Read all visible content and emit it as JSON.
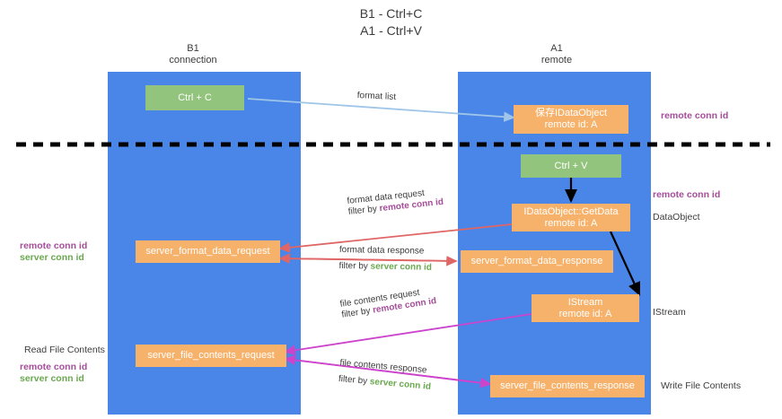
{
  "title": {
    "line1": "B1 - Ctrl+C",
    "line2": "A1 - Ctrl+V"
  },
  "lanes": [
    {
      "id": "b1",
      "name": "B1",
      "sub": "connection",
      "color": "#4a86e8"
    },
    {
      "id": "a1",
      "name": "A1",
      "sub": "remote",
      "color": "#4a86e8"
    }
  ],
  "nodes": {
    "ctrl_c": {
      "line1": "Ctrl + C",
      "line2": ""
    },
    "register_dataobj": {
      "line1": "保存IDataObject",
      "line2": "remote id: A"
    },
    "ctrl_v": {
      "line1": "Ctrl + V",
      "line2": ""
    },
    "getdata": {
      "line1": "IDataObject::GetData",
      "line2": "remote id: A"
    },
    "fmt_req": {
      "line1": "server_format_data_request",
      "line2": ""
    },
    "fmt_resp": {
      "line1": "server_format_data_response",
      "line2": ""
    },
    "istream": {
      "line1": "IStream",
      "line2": "remote id: A"
    },
    "file_req": {
      "line1": "server_file_contents_request",
      "line2": ""
    },
    "file_resp": {
      "line1": "server_file_contents_response",
      "line2": ""
    }
  },
  "side_labels": {
    "remote_conn_top": "remote conn id",
    "remote_conn_mid": "remote conn id",
    "dataobject": "DataObject",
    "istream": "IStream",
    "write_file_contents": "Write File Contents",
    "read_file_contents": "Read File Contents",
    "left_remote_conn_1": "remote conn id",
    "left_server_conn_1": "server conn id",
    "left_remote_conn_2": "remote conn id",
    "left_server_conn_2": "server conn id"
  },
  "edges": [
    {
      "id": "format-list",
      "text": "format list",
      "filter_prefix": "",
      "filter_key": ""
    },
    {
      "id": "format-data-req",
      "text": "format data request",
      "filter_prefix": "filter by ",
      "filter_key": "remote conn id",
      "filter_color": "purple"
    },
    {
      "id": "format-data-resp",
      "text": "format data response",
      "filter_prefix": "filter by ",
      "filter_key": "server conn id",
      "filter_color": "green"
    },
    {
      "id": "file-contents-req",
      "text": "file contents request",
      "filter_prefix": "filter by ",
      "filter_key": "remote conn id",
      "filter_color": "purple"
    },
    {
      "id": "file-contents-resp",
      "text": "file contents response",
      "filter_prefix": "filter by ",
      "filter_key": "server conn id",
      "filter_color": "green"
    }
  ],
  "colors": {
    "lane": "#4a86e8",
    "green_node": "#93c47d",
    "orange_node": "#f6b26b",
    "purple": "#a64d9a",
    "green_text": "#6aa84f",
    "arrow_blue": "#9fc5e8",
    "arrow_red": "#e06666",
    "arrow_magenta": "#cc44cc",
    "arrow_black": "#000000",
    "divider": "#000000"
  }
}
